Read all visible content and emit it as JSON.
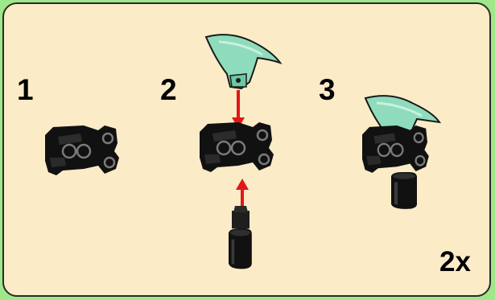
{
  "steps": [
    {
      "number": "1",
      "parts": [
        "black-connector-block"
      ]
    },
    {
      "number": "2",
      "parts": [
        "green-fin-blade",
        "black-connector-block",
        "black-cylinder-pin"
      ],
      "arrows": [
        "down",
        "up"
      ]
    },
    {
      "number": "3",
      "parts": [
        "assembled-fin-unit"
      ]
    }
  ],
  "quantity": "2x",
  "colors": {
    "page_background": "#9ee889",
    "panel_background": "#fbebc7",
    "panel_border": "#2a2a2a",
    "part_black": "#111111",
    "part_green": "#8fdcbd",
    "arrow_red": "#e01818"
  },
  "icons": {
    "connector": "black-connector-block-icon",
    "fin": "green-fin-blade-icon",
    "cylinder": "black-cylinder-pin-icon",
    "arrow": "red-assembly-arrow-icon"
  }
}
